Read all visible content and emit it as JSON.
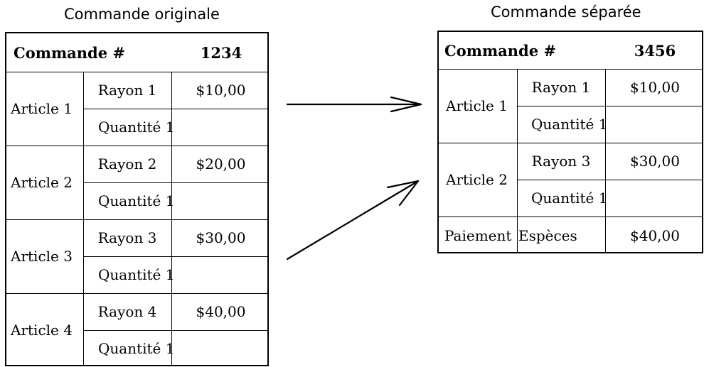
{
  "titles": {
    "left": "Commande originale",
    "right": "Commande séparée"
  },
  "left_order": {
    "header_label": "Commande #",
    "header_value": "1234",
    "articles": [
      {
        "name": "Article 1",
        "rayon": "Rayon 1",
        "price": "$10,00",
        "qty": "Quantité 1"
      },
      {
        "name": "Article 2",
        "rayon": "Rayon 2",
        "price": "$20,00",
        "qty": "Quantité 1"
      },
      {
        "name": "Article 3",
        "rayon": "Rayon 3",
        "price": "$30,00",
        "qty": "Quantité 1"
      },
      {
        "name": "Article 4",
        "rayon": "Rayon 4",
        "price": "$40,00",
        "qty": "Quantité 1"
      }
    ]
  },
  "right_order": {
    "header_label": "Commande #",
    "header_value": "3456",
    "articles": [
      {
        "name": "Article 1",
        "rayon": "Rayon 1",
        "price": "$10,00",
        "qty": "Quantité 1"
      },
      {
        "name": "Article 2",
        "rayon": "Rayon 3",
        "price": "$30,00",
        "qty": "Quantité 1"
      }
    ],
    "payment": {
      "label": "Paiement",
      "method": "Espèces",
      "amount": "$40,00"
    }
  }
}
